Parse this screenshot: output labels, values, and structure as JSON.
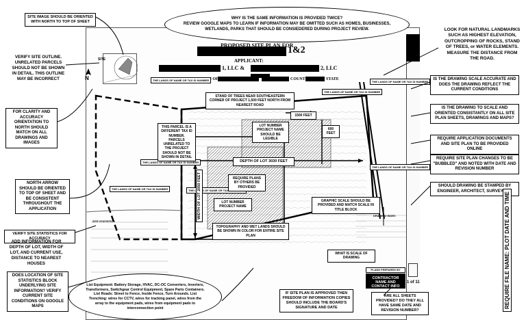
{
  "callouts": {
    "orient": "SITE IMAGE SHOULD BE ORIENTED  WITH NORTH TO TOP OF SHEET",
    "why_same": "WHY IS THE SAME INFORMATION IS PROVIDED TWICE?\nREVIEW GOOGLE MAPS TO LEARN IF INFORMATION MAY BE OMITTED SUCH AS HOMES, BUSINESSES, WETLANDS, PARKS THAT SHOULD BE CONSIEDERED DURING PROJECT REVIEW.",
    "verify_outline": "VERIFY SITE OUTLINE. UNRELATED PARCELS SHOULD NOT BE SHOWN IN DETAIL. THIS OUTLINE MAY BE INCORRECT",
    "landmarks": "LOOK FOR NATURAL LANDMARKS SUCH AS HIGHEST ELEVATION, OUTCROPPING OF ROCKS, STAND OF TREES, or WATER ELEMENTS. MEASURE THE DISTANCE FROM THE ROAD.",
    "drawing_scale": "IS THE DRAWING  SCALE ACCURATE AND DOES THE DRAWING REFLECT THE CURRENT CONDITIONS",
    "clarity": "FOR CLARITY AND ACCURACY ORIENTATION TO NORTH SHOULD MATCH ON ALL DRAWINGS AND IMAGES",
    "drawing_to_scale": "IS THE DRAWING TO SCALE AND ORIENTED CONSISTANTLY ON ALL SITE PLAN SHEETS, DRAWINGS AND MAPS?",
    "require_app": "REQUIRE APPLICATION DOCUMENTS AND SITE PLAN TO BE PROVIDED ONLINE",
    "bubbled": "REQUIRE SITE PLAN CHANGES TO BE \"BUBBLED\" AND NOTED WITH DATE AND REVISION NUMBER",
    "north_arrow": "NORTH ARROW SHOULD BE ORIENTED TO TOP OF SHEET AND BE CONSISTENT THROUGHOUT THE APPLICATION",
    "stamped": "SHOULD DRAWING BE STAMPED BY ENGINEER, ARCHITECT, SURVEYOR?",
    "verify_stats": "VERIFY SITE STATISTICS FOR ACCURACY",
    "add_info": "ADD INFORMATION FOR DEPTH OF LOT, WIDTH OF LOT, AND CURRENT USE, DISTANCE TO NEAREST HOUSES",
    "does_location": "DOES LOCATION OF SITE STATISTICS BLOCK UNDERLYING SITE INFORMATION? VERIFY CURRENT SITE CONDITIONS ON GOOGLE MAPS",
    "list_equipment": "List Equipment: Battery Storage, HVAC, DC-OC Converters, Inverters, Transformers, Switchgear Control Equipment, Spare Parts Containers. List Roads: Street to Fence, Inside Fence, Turn Arounds. List Trenching: wires for CCTV, wires for tracking panel, wires from the array to the equipment pads, wires from equipment pads to interconnection point",
    "foia": "IF SITE PLAN IS APPROVED THEN FREEDOM OF INFORMATION COPIES SHOULD INCLUDE THE BOARD'S SIGNATURE AND DATE",
    "all_sheets": "ARE ALL SHEETS PROVIDED? DO THEY ALL HAVE SAME DATE AND REVISION NUMBER?",
    "what_scale": "WHAT IS SCALE OF DRAWING",
    "require_file": "REQUIRE FILE NAME: PLOT DATE AND TIME"
  },
  "sheet": {
    "title": "PROPOSED SITE PLAN FOR",
    "title_suffix": "1&2",
    "applicant": "APPLICANT:",
    "llc1": "1, LLC &",
    "llc2": "2, LLC",
    "town_of": "TOWN OF",
    "county": "COUNTY,",
    "state": "STATE",
    "site_label": "SITE",
    "north": "N",
    "stand_of_trees": "STAND OF TREES NEAR SOUTHEASTERN CORNER OF PROJECT  1,500 FEET NORTH FROM NEAREST ROAD",
    "lot_number_legible": "LOT NUMBER PROJECT NAME SHOULD BE LEGIBLE",
    "feet_1500": "1500 FEET",
    "feet_600": "600 FEET",
    "different_tax": "THIS PARCEL IS A DIFFERENT TAX ID NUMBER. PARCELS UNRELATED TO THE PROJECT SHOULD NOT BE SHOWN IN DETAIL",
    "depth_of_lot": "DEPTH  OF LOT 3030 FEET",
    "require_plans": "REQUIRE PLANS BY OTHERS BE PROVIDED",
    "width_of_lot": "WIDTH OF LOT 2050 FEET",
    "lot_number": "LOT NUMBER PROJECT NAME",
    "topography": "TOPOGRAPHY AND WET LANDS SHOULD BE SHOWN IN COLOR FOR ENTIRE SITE PLAN",
    "graphic_scale": "GRAPHIC SCALE SHOULD BE PROVIDED AND MATCH SCALE IN TITLE BLOCK",
    "contractor": "CONTRACTOR NAME AND CONTACT INFO",
    "sheet_num": "1 of 11",
    "lands_of": "THE LANDS OF NAME OR TAX ID NUMBER",
    "site_statistics": "SITE STATISTICS",
    "drawing_index": "DRAWING INDEX",
    "plans_prepared": "PLANS PREPARED BY"
  }
}
